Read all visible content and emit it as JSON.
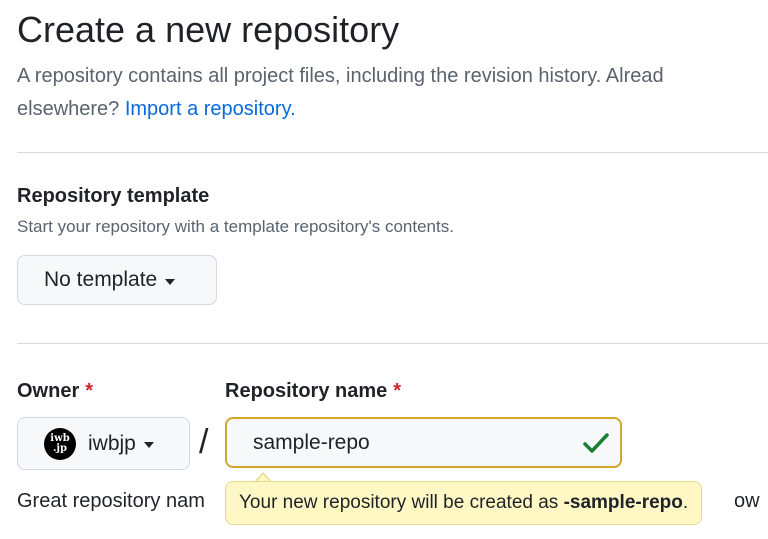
{
  "header": {
    "title": "Create a new repository",
    "intro_line1": "A repository contains all project files, including the revision history. Alread",
    "intro_line2_prefix": "elsewhere? ",
    "import_link": "Import a repository."
  },
  "template_section": {
    "heading": "Repository template",
    "description": "Start your repository with a template repository's contents.",
    "selected_template": "No template"
  },
  "owner": {
    "label": "Owner",
    "required_mark": "*",
    "avatar_text_top": "iwb",
    "avatar_text_bottom": ".jp",
    "selected": "iwbjp"
  },
  "repo_name": {
    "label": "Repository name",
    "required_mark": "*",
    "value": "sample-repo",
    "separator": "/"
  },
  "hint": {
    "text": "Great repository nam",
    "trailing": "ow"
  },
  "tooltip": {
    "prefix": "Your new repository will be created as ",
    "name": "-sample-repo",
    "suffix": "."
  },
  "colors": {
    "link": "#0969da",
    "required": "#d1242f",
    "valid": "#1a7f37",
    "input_border": "#d4a72c",
    "tooltip_bg": "#fff8c5"
  },
  "icons": {
    "owner_caret": "triangle-down",
    "template_caret": "triangle-down",
    "valid": "check-mark"
  }
}
